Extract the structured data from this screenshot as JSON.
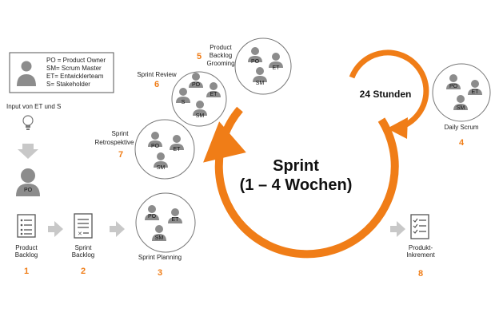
{
  "legend": {
    "lines": [
      "PO = Product Owner",
      "SM= Scrum Master",
      "ET= Entwicklerteam",
      "S= Stakeholder"
    ]
  },
  "input_label": "Input von ET und S",
  "po_badge": "PO",
  "steps": [
    {
      "number": "1",
      "label_lines": [
        "Product",
        "Backlog"
      ]
    },
    {
      "number": "2",
      "label_lines": [
        "Sprint",
        "Backlog"
      ]
    },
    {
      "number": "3",
      "label_lines": [
        "Sprint Planning"
      ]
    },
    {
      "number": "4",
      "label_lines": [
        "Daily Scrum"
      ]
    },
    {
      "number": "5",
      "label_lines": [
        "Product",
        "Backlog",
        "Grooming"
      ]
    },
    {
      "number": "6",
      "label_lines": [
        "Sprint Review"
      ]
    },
    {
      "number": "7",
      "label_lines": [
        "Sprint",
        "Retrospektive"
      ]
    },
    {
      "number": "8",
      "label_lines": [
        "Produkt-",
        "Inkrement"
      ]
    }
  ],
  "roles": {
    "po": "PO",
    "et": "ET",
    "sm": "SM",
    "s": "S"
  },
  "sprint": {
    "title": "Sprint",
    "duration": "(1 – 4 Wochen)"
  },
  "daily_cycle": "24 Stunden",
  "colors": {
    "accent": "#f07d17",
    "gray": "#8c8c8c",
    "arrow_gray": "#c8c8c8"
  }
}
